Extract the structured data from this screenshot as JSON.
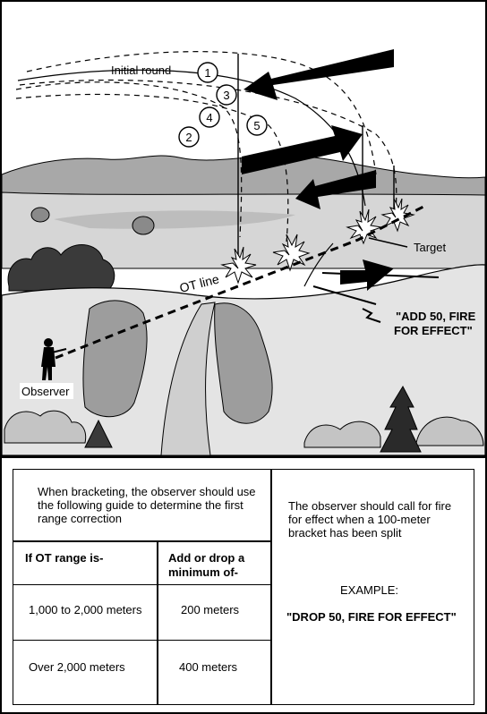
{
  "diagram": {
    "labels": {
      "initial_round": "Initial round",
      "target": "Target",
      "ot_line": "OT line",
      "observer": "Observer",
      "call_line1": "\"ADD 50, FIRE",
      "call_line2": "FOR EFFECT\""
    },
    "round_numbers": [
      "1",
      "2",
      "3",
      "4",
      "5"
    ]
  },
  "guide": {
    "intro": "When bracketing, the observer should use the following guide to determine the first range correction",
    "col1_header": "If OT range is-",
    "col2_header_line1": "Add or drop a",
    "col2_header_line2": "minimum of-",
    "rows": [
      {
        "range": "1,000 to 2,000 meters",
        "correction": "200 meters"
      },
      {
        "range": "Over 2,000 meters",
        "correction": "400 meters"
      }
    ],
    "right_text": "The observer should call for fire for effect when a 100-meter bracket has been split",
    "example_label": "EXAMPLE:",
    "example_call": "\"DROP 50, FIRE FOR EFFECT\""
  },
  "colors": {
    "sky": "#ffffff",
    "far_hills": "#9a9a9a",
    "mid_field": "#c8c8c8",
    "hill": "#dcdcdc",
    "dark": "#3a3a3a",
    "ink": "#000000"
  }
}
